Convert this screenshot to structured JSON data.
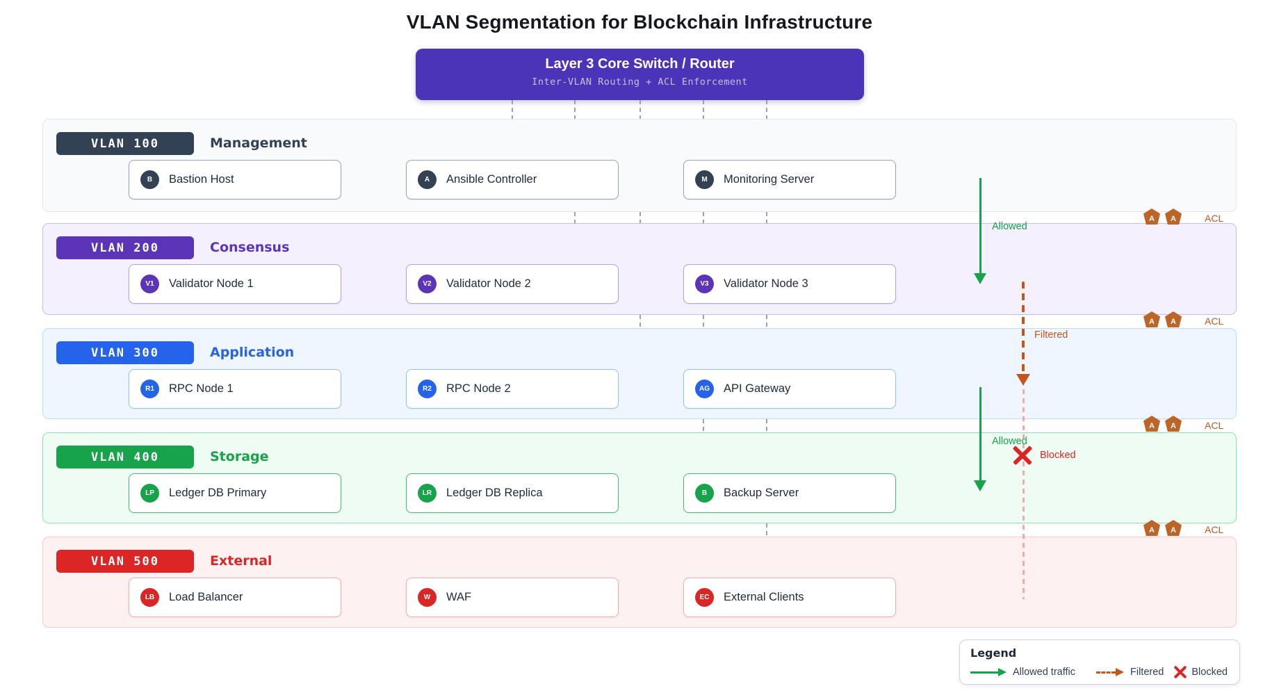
{
  "title": "VLAN Segmentation for Blockchain Infrastructure",
  "core_switch": {
    "title": "Layer 3 Core Switch / Router",
    "subtitle": "Inter-VLAN Routing + ACL Enforcement",
    "color": "#4b34b8"
  },
  "bands": [
    {
      "vlan": "VLAN 100",
      "name": "Management",
      "color": "#334155",
      "nodes": [
        {
          "abbr": "B",
          "label": "Bastion Host"
        },
        {
          "abbr": "A",
          "label": "Ansible Controller"
        },
        {
          "abbr": "M",
          "label": "Monitoring Server"
        }
      ]
    },
    {
      "vlan": "VLAN 200",
      "name": "Consensus",
      "color": "#5b34b8",
      "nodes": [
        {
          "abbr": "V1",
          "label": "Validator Node 1"
        },
        {
          "abbr": "V2",
          "label": "Validator Node 2"
        },
        {
          "abbr": "V3",
          "label": "Validator Node 3"
        }
      ]
    },
    {
      "vlan": "VLAN 300",
      "name": "Application",
      "color": "#2563eb",
      "nodes": [
        {
          "abbr": "R1",
          "label": "RPC Node 1"
        },
        {
          "abbr": "R2",
          "label": "RPC Node 2"
        },
        {
          "abbr": "AG",
          "label": "API Gateway"
        }
      ]
    },
    {
      "vlan": "VLAN 400",
      "name": "Storage",
      "color": "#16a34a",
      "nodes": [
        {
          "abbr": "LP",
          "label": "Ledger DB Primary"
        },
        {
          "abbr": "LR",
          "label": "Ledger DB Replica"
        },
        {
          "abbr": "B",
          "label": "Backup Server"
        }
      ]
    },
    {
      "vlan": "VLAN 500",
      "name": "External",
      "color": "#dc2626",
      "nodes": [
        {
          "abbr": "LB",
          "label": "Load Balancer"
        },
        {
          "abbr": "W",
          "label": "WAF"
        },
        {
          "abbr": "EC",
          "label": "External Clients"
        }
      ]
    }
  ],
  "flows": {
    "allowed": "Allowed",
    "filtered": "Filtered",
    "blocked": "Blocked"
  },
  "acl": {
    "label": "ACL",
    "badge_letter": "A"
  },
  "legend": {
    "title": "Legend",
    "allowed": "Allowed traffic",
    "filtered": "Filtered",
    "blocked": "Blocked"
  },
  "status_colors": {
    "allowed": "#16a34a",
    "filtered": "#c2571d",
    "blocked": "#dc2626"
  }
}
